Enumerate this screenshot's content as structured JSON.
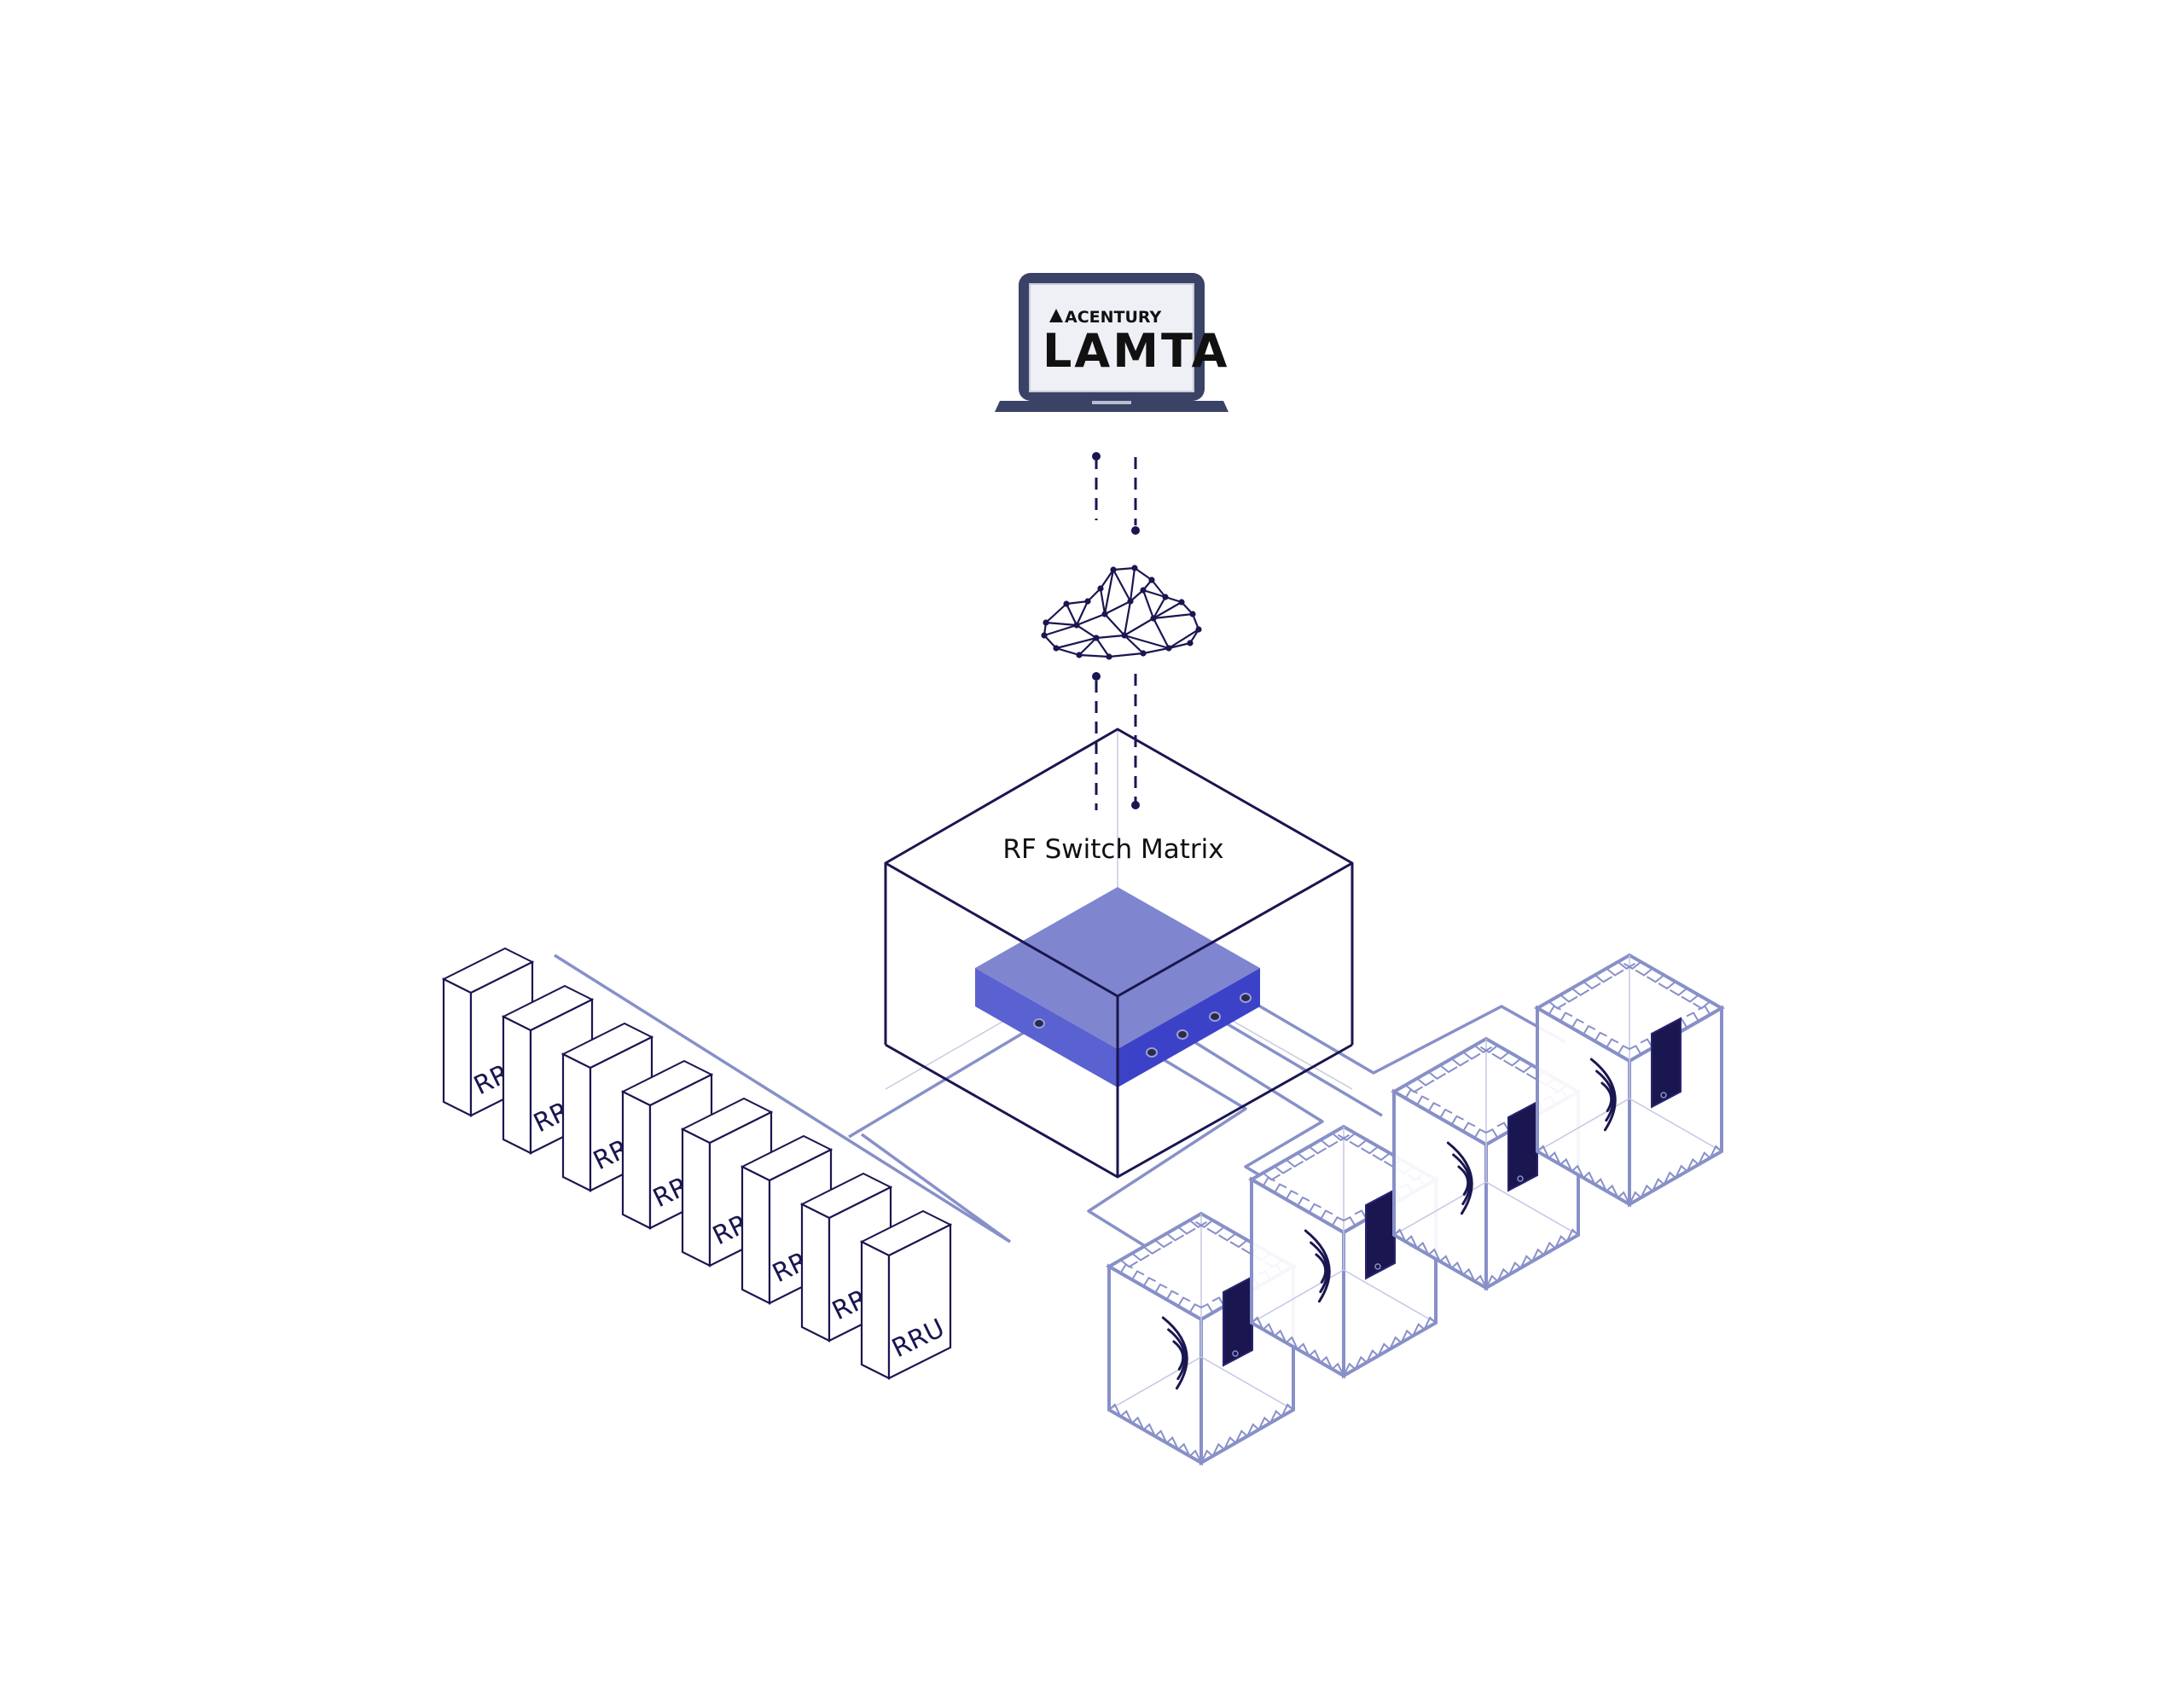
{
  "brand": {
    "company": "ACENTURY",
    "product": "LAMTA"
  },
  "switch_label": "RF Switch Matrix",
  "rru_label": "RRU",
  "rru_count": 8,
  "chamber_count": 4,
  "colors": {
    "dark": "#1a1650",
    "line": "#8890c8",
    "box_top": "#7f86cf",
    "box_left": "#5a61d0",
    "box_right": "#3c42c8",
    "screen": "#eef0f6",
    "laptop_frame": "#3a4266"
  },
  "icons": {
    "laptop": "laptop-icon",
    "cloud": "cloud-network-icon",
    "switch": "rf-switch-box-icon",
    "rru": "rru-unit-icon",
    "chamber": "shielded-chamber-icon",
    "phone": "phone-icon",
    "signal": "signal-waves-icon"
  }
}
